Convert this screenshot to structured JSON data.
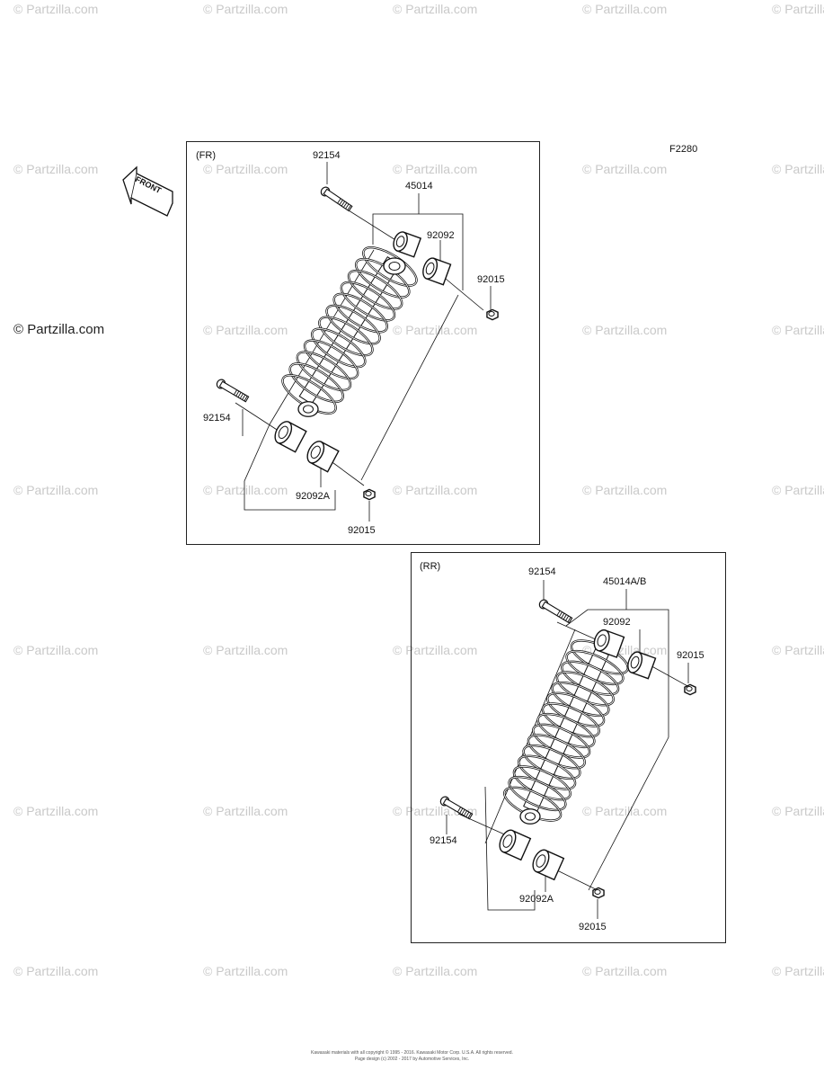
{
  "watermark": "© Partzilla.com",
  "watermark_dark": "© Partzilla.com",
  "figure_code": "F2280",
  "front_arrow": {
    "text": "FRONT"
  },
  "panels": [
    {
      "label": "(FR)",
      "callouts": {
        "bolt_top": "92154",
        "shock_assy": "45014",
        "bushing_top": "92092",
        "nut_top": "92015",
        "bolt_bottom": "92154",
        "bushing_bottom": "92092A",
        "nut_bottom": "92015"
      }
    },
    {
      "label": "(RR)",
      "callouts": {
        "bolt_top": "92154",
        "shock_assy": "45014A/B",
        "bushing_top": "92092",
        "nut_top": "92015",
        "bolt_bottom": "92154",
        "bushing_bottom": "92092A",
        "nut_bottom": "92015"
      }
    }
  ],
  "footer": {
    "line1": "Kawasaki materials with all copyright © 1995 - 2016. Kawasaki Motor Corp. U.S.A. All rights reserved.",
    "line2": "Page design (c) 2002 - 2017 by Automotive Services, Inc."
  }
}
